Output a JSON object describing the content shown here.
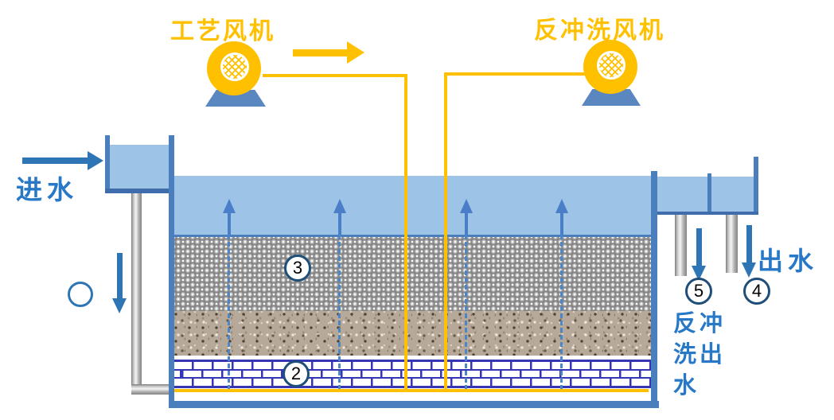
{
  "blowers": {
    "process": {
      "label": "工艺风机"
    },
    "backwash": {
      "label": "反冲洗风机"
    }
  },
  "flows": {
    "inlet_label": "进水",
    "outlet_label": "出水",
    "backwash_outlet": {
      "line1": "反冲",
      "line2": "洗出",
      "line3": "水"
    }
  },
  "markers": {
    "media_layer": "3",
    "support_layer": "2",
    "outlet_pipe": "4",
    "backwash_pipe": "5"
  },
  "colors": {
    "gold": "#FFC000",
    "water_fill": "#9DC3E6",
    "structure_blue": "#4A7EBC",
    "label_blue": "#2778C6",
    "marker_border": "#1F4E79",
    "blower_base_blue": "#5B87C0",
    "flow_dash_blue": "#4A86C8",
    "brick_mortar": "#3535B5",
    "gravel_tan": "#B7A99A"
  }
}
